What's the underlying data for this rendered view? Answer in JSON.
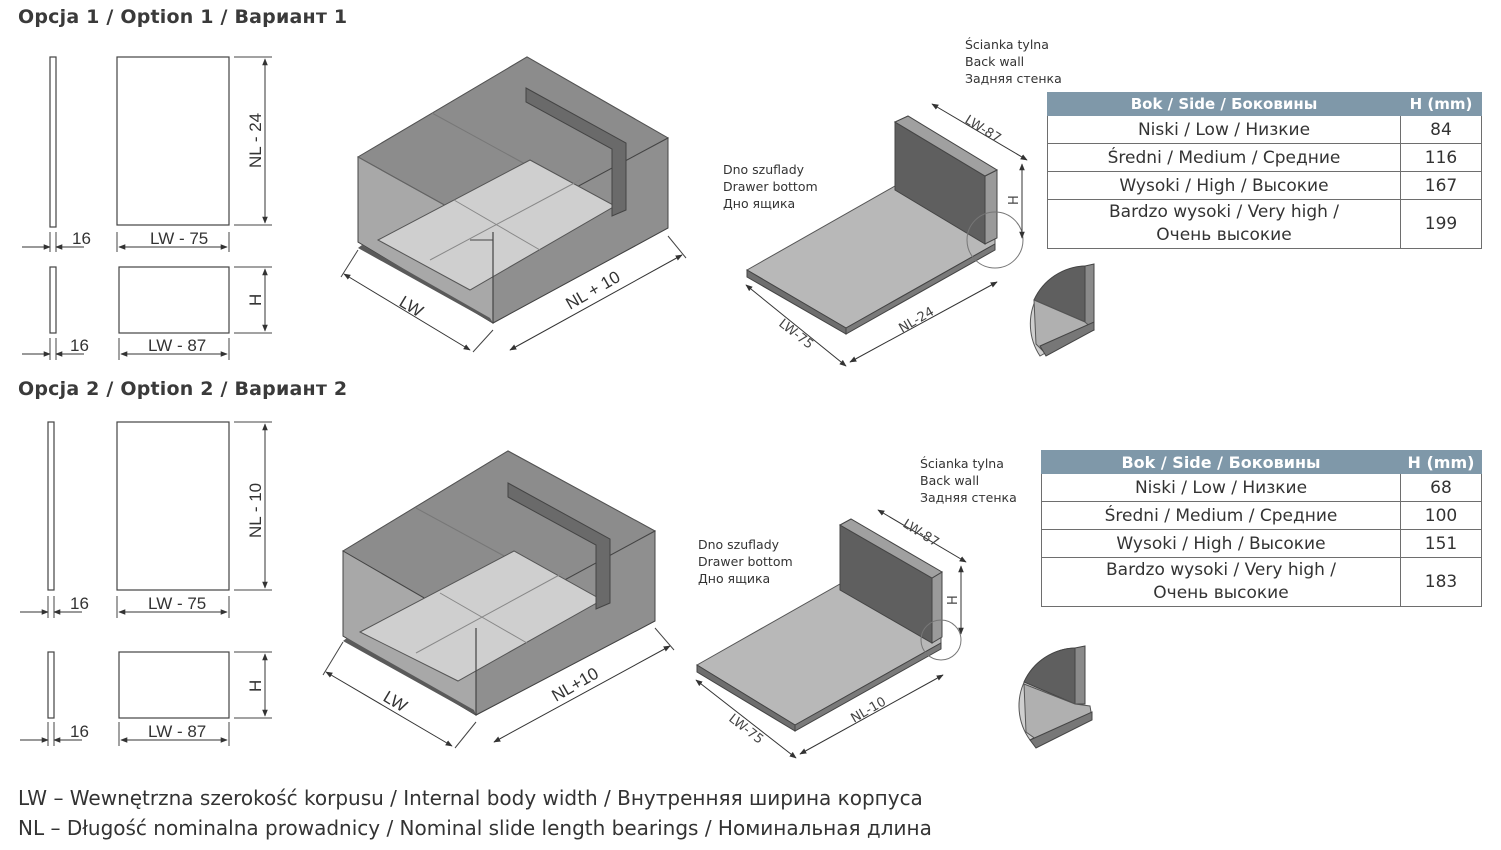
{
  "options": [
    {
      "heading": "Opcja 1 / Option 1 / Вариант 1",
      "dims": {
        "thick_a": "16",
        "width_a": "LW - 75",
        "length_a": "NL - 24",
        "thick_b": "16",
        "width_b": "LW - 87",
        "height_b": "H"
      },
      "iso": {
        "width": "LW",
        "length": "NL + 10"
      },
      "bottom_dims": {
        "width": "LW-75",
        "length": "NL-24",
        "back": "LW-87",
        "height": "H"
      },
      "back_wall": [
        "Ścianka tylna",
        "Back wall",
        "Задняя стенка"
      ],
      "drawer_bottom": [
        "Dno szuflady",
        "Drawer bottom",
        "Дно ящика"
      ],
      "table": {
        "header": [
          "Bok / Side / Боковины",
          "H (mm)"
        ],
        "rows": [
          {
            "label": "Niski / Low / Низкие",
            "value": "84"
          },
          {
            "label": "Średni / Medium / Средние",
            "value": "116"
          },
          {
            "label": "Wysoki / High / Высокие",
            "value": "167"
          },
          {
            "label": "Bardzo wysoki / Very high /",
            "label2": "Очень высокие",
            "value": "199"
          }
        ]
      }
    },
    {
      "heading": "Opcja 2 / Option 2 / Вариант 2",
      "dims": {
        "thick_a": "16",
        "width_a": "LW - 75",
        "length_a": "NL - 10",
        "thick_b": "16",
        "width_b": "LW - 87",
        "height_b": "H"
      },
      "iso": {
        "width": "LW",
        "length": "NL+10"
      },
      "bottom_dims": {
        "width": "LW-75",
        "length": "NL-10",
        "back": "LW-87",
        "height": "H"
      },
      "back_wall": [
        "Ścianka tylna",
        "Back wall",
        "Задняя стенка"
      ],
      "drawer_bottom": [
        "Dno szuflady",
        "Drawer bottom",
        "Дно ящика"
      ],
      "table": {
        "header": [
          "Bok / Side / Боковины",
          "H (mm)"
        ],
        "rows": [
          {
            "label": "Niski / Low / Низкие",
            "value": "68"
          },
          {
            "label": "Średni / Medium / Средние",
            "value": "100"
          },
          {
            "label": "Wysoki / High / Высокие",
            "value": "151"
          },
          {
            "label": "Bardzo wysoki / Very high /",
            "label2": "Очень высокие",
            "value": "183"
          }
        ]
      }
    }
  ],
  "legend": [
    "LW – Wewnętrzna szerokość korpusu / Internal body width / Внутренняя ширина корпуса",
    "NL – Długość nominalna prowadnicy / Nominal slide length bearings / Номинальная длина"
  ],
  "colors": {
    "panel_dark": "#5a5a5a",
    "panel_mid": "#8a8a8a",
    "panel_light": "#c4c4c4",
    "table_header": "#7f98a9",
    "line": "#333333"
  }
}
